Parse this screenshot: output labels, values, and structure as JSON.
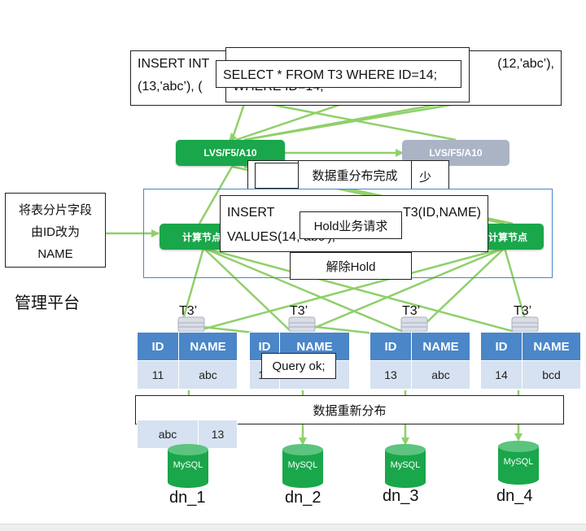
{
  "colors": {
    "green": "#1aa64b",
    "blue": "#4a86c8",
    "light_blue": "#d6e1f1",
    "gray": "#aab4c5",
    "line_green": "#8fd06a"
  },
  "top": {
    "insert_line1": "INSERT  INT",
    "insert_line1_right": "(12,'abc’),",
    "insert_line2": "(13,'abc’), (",
    "select_text": "SELECT * FROM T3 WHERE ID=14;",
    "where_text": "WHERE ID=14;"
  },
  "lvs": {
    "left_label": "LVS/F5/A10",
    "right_label": "LVS/F5/A10"
  },
  "redistribution": {
    "back_text": "数据",
    "back_text_tail": "少",
    "front_text": "数据重分布完成"
  },
  "mgmt": {
    "shard_change_note": "将表分片字段由ID改为NAME",
    "platform_label": "管理平台"
  },
  "compute": {
    "left_label": "计算节点",
    "right_label": "计算节点",
    "insert_line1": "INSERT",
    "insert_line1_tail": "T3(ID,NAME)",
    "insert_line2": "VALUES(14, abc’);",
    "hold_text": "Hold业务请求",
    "release_text": "解除Hold"
  },
  "tables": [
    {
      "label": "T3’",
      "headers": [
        "ID",
        "NAME"
      ],
      "rows": [
        [
          "11",
          "abc"
        ]
      ],
      "extra_row": [
        "abc",
        "13"
      ]
    },
    {
      "label": "T3’",
      "headers": [
        "ID",
        "NAME"
      ],
      "rows": [
        [
          "12",
          ""
        ]
      ]
    },
    {
      "label": "T3’",
      "headers": [
        "ID",
        "NAME"
      ],
      "rows": [
        [
          "13",
          "abc"
        ]
      ]
    },
    {
      "label": "T3’",
      "headers": [
        "ID",
        "NAME"
      ],
      "rows": [
        [
          "14",
          "bcd"
        ]
      ]
    }
  ],
  "query_ok": "Query ok;",
  "redistribute_bar": "数据重新分布",
  "data_nodes": [
    {
      "db": "MySQL",
      "label": "dn_1"
    },
    {
      "db": "MySQL",
      "label": "dn_2"
    },
    {
      "db": "MySQL",
      "label": "dn_3"
    },
    {
      "db": "MySQL",
      "label": "dn_4"
    }
  ]
}
